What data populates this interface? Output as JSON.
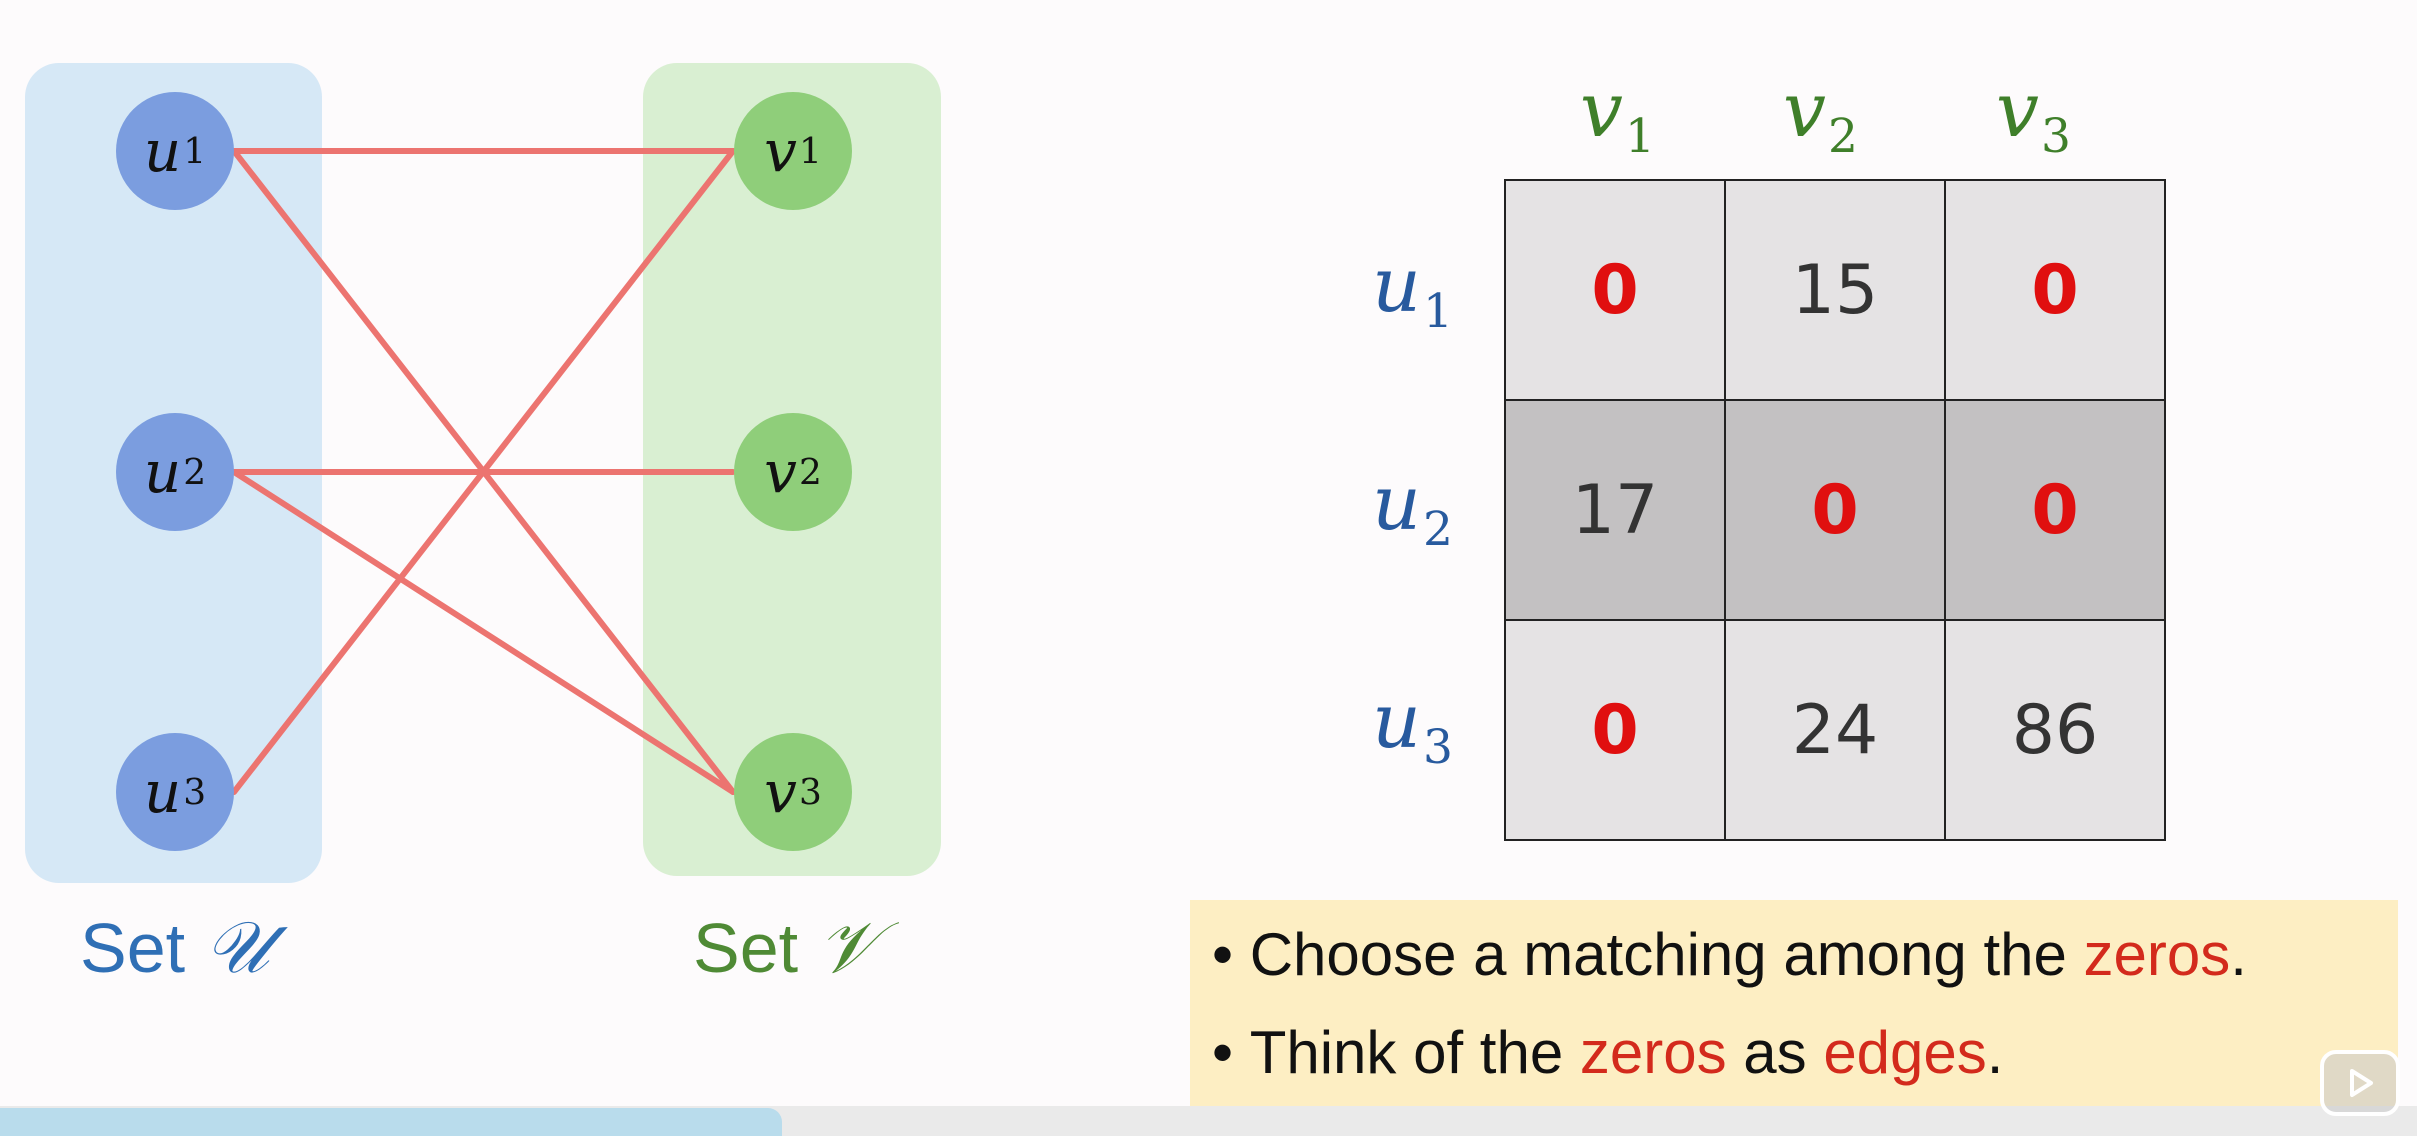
{
  "graph": {
    "left_nodes": [
      {
        "letter": "u",
        "index": "1"
      },
      {
        "letter": "u",
        "index": "2"
      },
      {
        "letter": "u",
        "index": "3"
      }
    ],
    "right_nodes": [
      {
        "letter": "v",
        "index": "1"
      },
      {
        "letter": "v",
        "index": "2"
      },
      {
        "letter": "v",
        "index": "3"
      }
    ],
    "edges": [
      [
        "u1",
        "v1"
      ],
      [
        "u1",
        "v3"
      ],
      [
        "u2",
        "v2"
      ],
      [
        "u2",
        "v3"
      ],
      [
        "u3",
        "v1"
      ]
    ],
    "set_u_prefix": "Set",
    "set_u_symbol": "𝒰",
    "set_v_prefix": "Set",
    "set_v_symbol": "𝒱",
    "colors": {
      "edge": "#ec7470",
      "u_node": "#7b9ddf",
      "v_node": "#8fce7a",
      "u_panel": "#d6e8f6",
      "v_panel": "#d9efd2"
    }
  },
  "matrix": {
    "col_headers": [
      {
        "letter": "v",
        "index": "1"
      },
      {
        "letter": "v",
        "index": "2"
      },
      {
        "letter": "v",
        "index": "3"
      }
    ],
    "row_headers": [
      {
        "letter": "u",
        "index": "1"
      },
      {
        "letter": "u",
        "index": "2"
      },
      {
        "letter": "u",
        "index": "3"
      }
    ],
    "rows": [
      [
        "0",
        "15",
        "0"
      ],
      [
        "17",
        "0",
        "0"
      ],
      [
        "0",
        "24",
        "86"
      ]
    ],
    "highlighted_row": 2
  },
  "notes": {
    "line1": {
      "prefix": "Choose a matching among the ",
      "zeros": "zeros",
      "suffix": "."
    },
    "line2": {
      "prefix": "Think of the ",
      "zeros": "zeros",
      "middle": " as ",
      "edges": "edges",
      "suffix": "."
    }
  },
  "player": {
    "play_icon": "play-icon"
  }
}
